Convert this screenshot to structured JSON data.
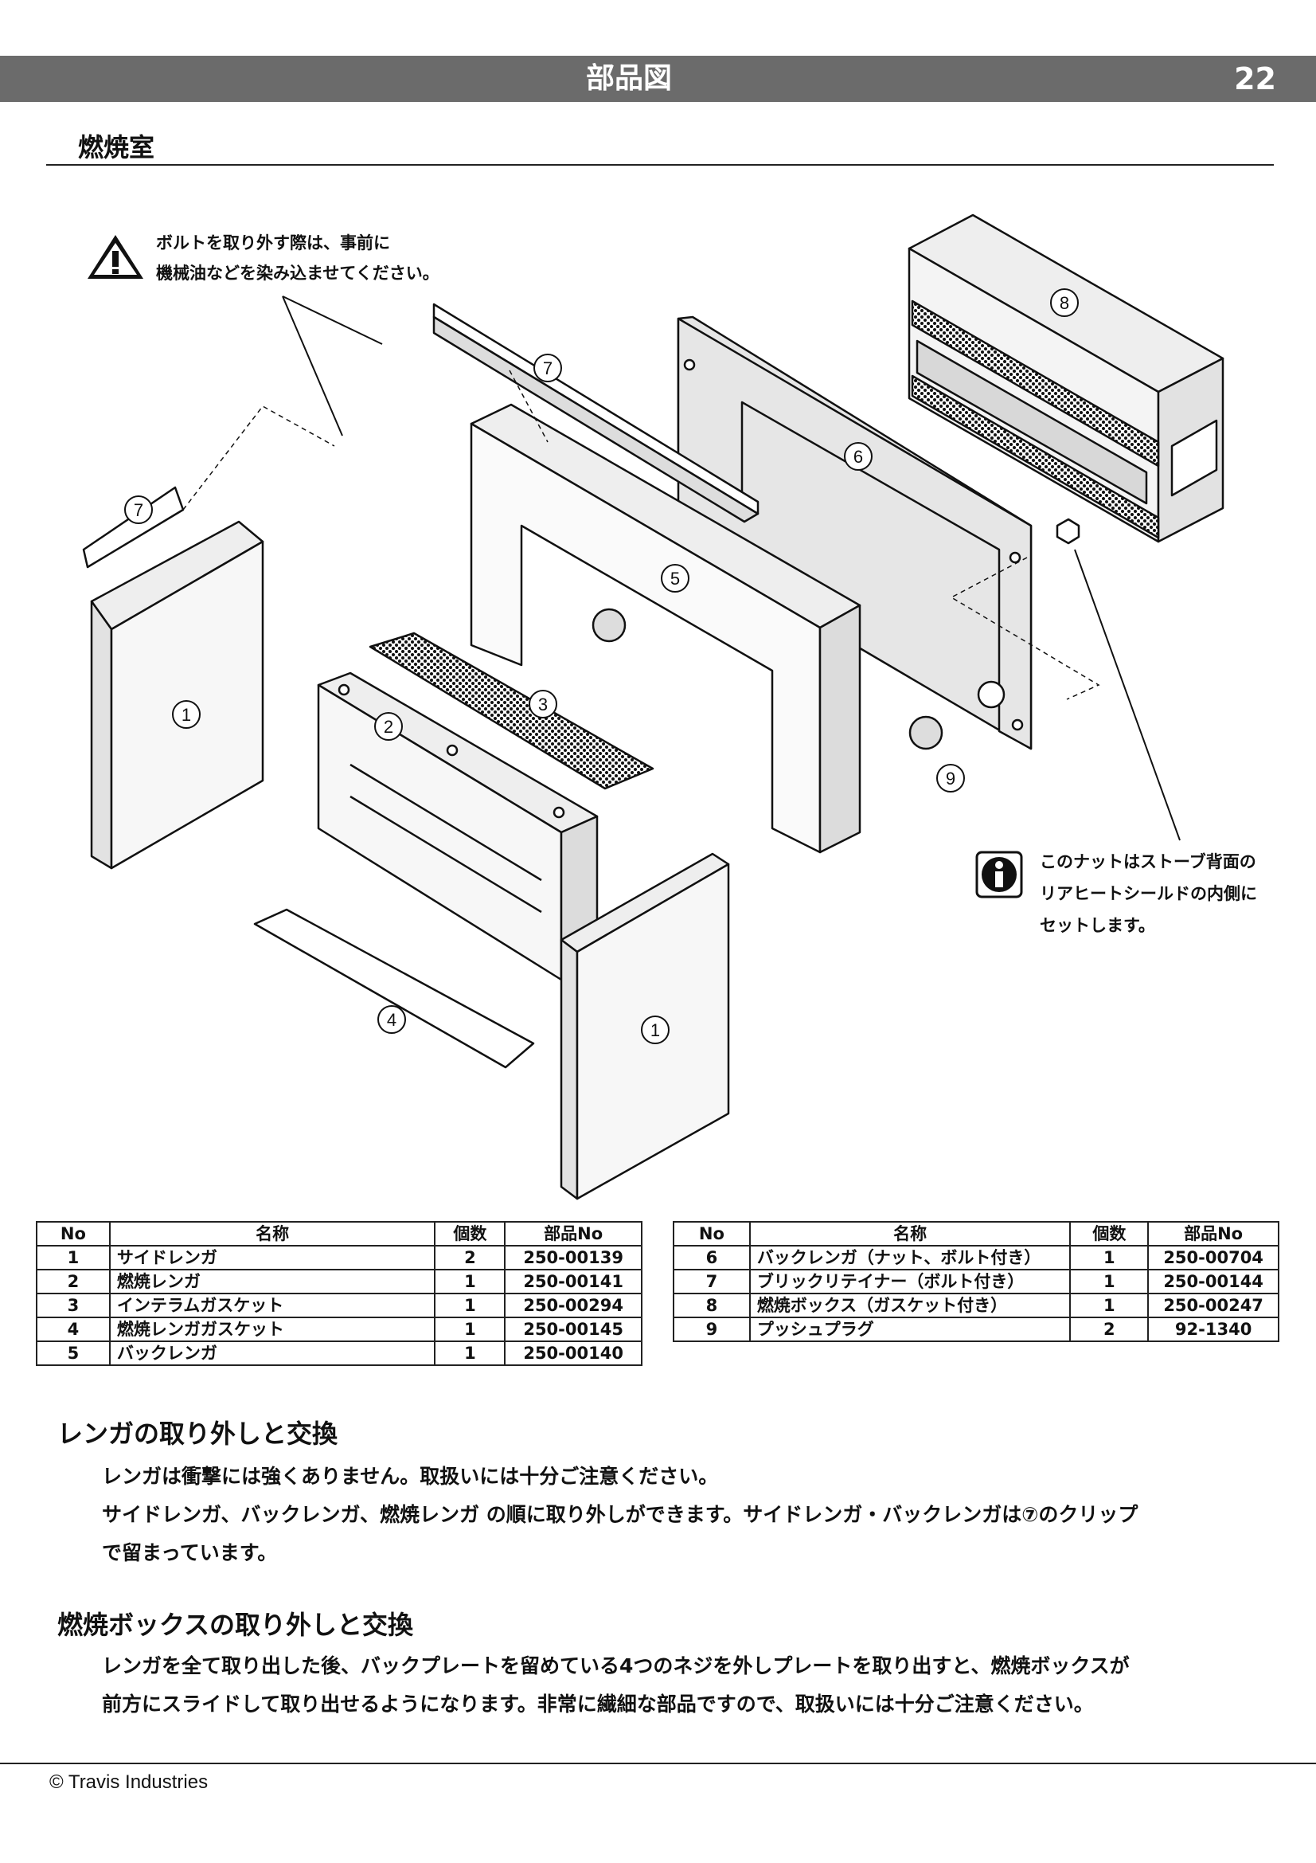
{
  "header": {
    "title": "部品図",
    "page_number": "22"
  },
  "section": {
    "title": "燃焼室"
  },
  "warning": {
    "lines": [
      "ボルトを取り外す際は、事前に",
      "機械油などを染み込ませてください。"
    ]
  },
  "info": {
    "lines": [
      "このナットはストーブ背面の",
      "リアヒートシールドの内側に",
      "セットします。"
    ]
  },
  "callouts": [
    "1",
    "2",
    "3",
    "4",
    "5",
    "6",
    "7",
    "8",
    "9"
  ],
  "table_left": {
    "headers": [
      "No",
      "名称",
      "個数",
      "部品No"
    ],
    "rows": [
      [
        "1",
        "サイドレンガ",
        "2",
        "250-00139"
      ],
      [
        "2",
        "燃焼レンガ",
        "1",
        "250-00141"
      ],
      [
        "3",
        "インテラムガスケット",
        "1",
        "250-00294"
      ],
      [
        "4",
        "燃焼レンガガスケット",
        "1",
        "250-00145"
      ],
      [
        "5",
        "バックレンガ",
        "1",
        "250-00140"
      ]
    ]
  },
  "table_right": {
    "headers": [
      "No",
      "名称",
      "個数",
      "部品No"
    ],
    "rows": [
      [
        "6",
        "バックレンガ（ナット、ボルト付き）",
        "1",
        "250-00704"
      ],
      [
        "7",
        "ブリックリテイナー（ボルト付き）",
        "1",
        "250-00144"
      ],
      [
        "8",
        "燃焼ボックス（ガスケット付き）",
        "1",
        "250-00247"
      ],
      [
        "9",
        "プッシュプラグ",
        "2",
        "92-1340"
      ]
    ]
  },
  "brick_section": {
    "title": "レンガの取り外しと交換",
    "para1": "レンガは衝撃には強くありません。取扱いには十分ご注意ください。",
    "para2": "サイドレンガ、バックレンガ、燃焼レンガ の順に取り外しができます。サイドレンガ・バックレンガは⑦のクリップ",
    "para3": "で留まっています。"
  },
  "box_section": {
    "title": "燃焼ボックスの取り外しと交換",
    "para1": "レンガを全て取り出した後、バックプレートを留めている4つのネジを外しプレートを取り出すと、燃焼ボックスが",
    "para2": "前方にスライドして取り出せるようになります。非常に繊細な部品ですので、取扱いには十分ご注意ください。"
  },
  "footer": {
    "text": "© Travis Industries"
  }
}
